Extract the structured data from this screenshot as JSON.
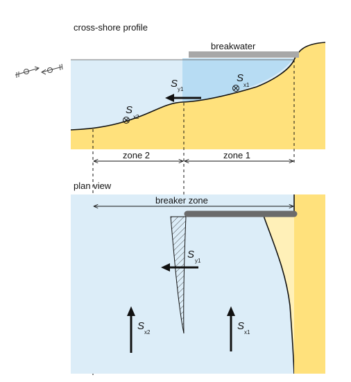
{
  "colors": {
    "water": "#dcedf8",
    "shallow_water": "#b7dcf3",
    "sand": "#ffe17c",
    "light_sand": "#fff0b8",
    "breakwater_top": "#a8a8a8",
    "breakwater_plan": "#6b6b6b",
    "line": "#111111"
  },
  "profile": {
    "title": "cross-shore profile",
    "breakwater_label": "breakwater",
    "sx1": {
      "symbol": "S",
      "sub": "x1"
    },
    "sx2": {
      "symbol": "S",
      "sub": "x2"
    },
    "sy1": {
      "symbol": "S",
      "sub": "y1"
    }
  },
  "zones": {
    "zone2": "zone 2",
    "zone1": "zone 1"
  },
  "plan": {
    "title": "plan view",
    "breaker_zone": "breaker zone",
    "sy1": {
      "symbol": "S",
      "sub": "y1"
    },
    "sx2": {
      "symbol": "S",
      "sub": "x2"
    },
    "sx1": {
      "symbol": "S",
      "sub": "x1"
    }
  },
  "icons": [
    "wind-arrows-icon",
    "into-page-icon"
  ]
}
